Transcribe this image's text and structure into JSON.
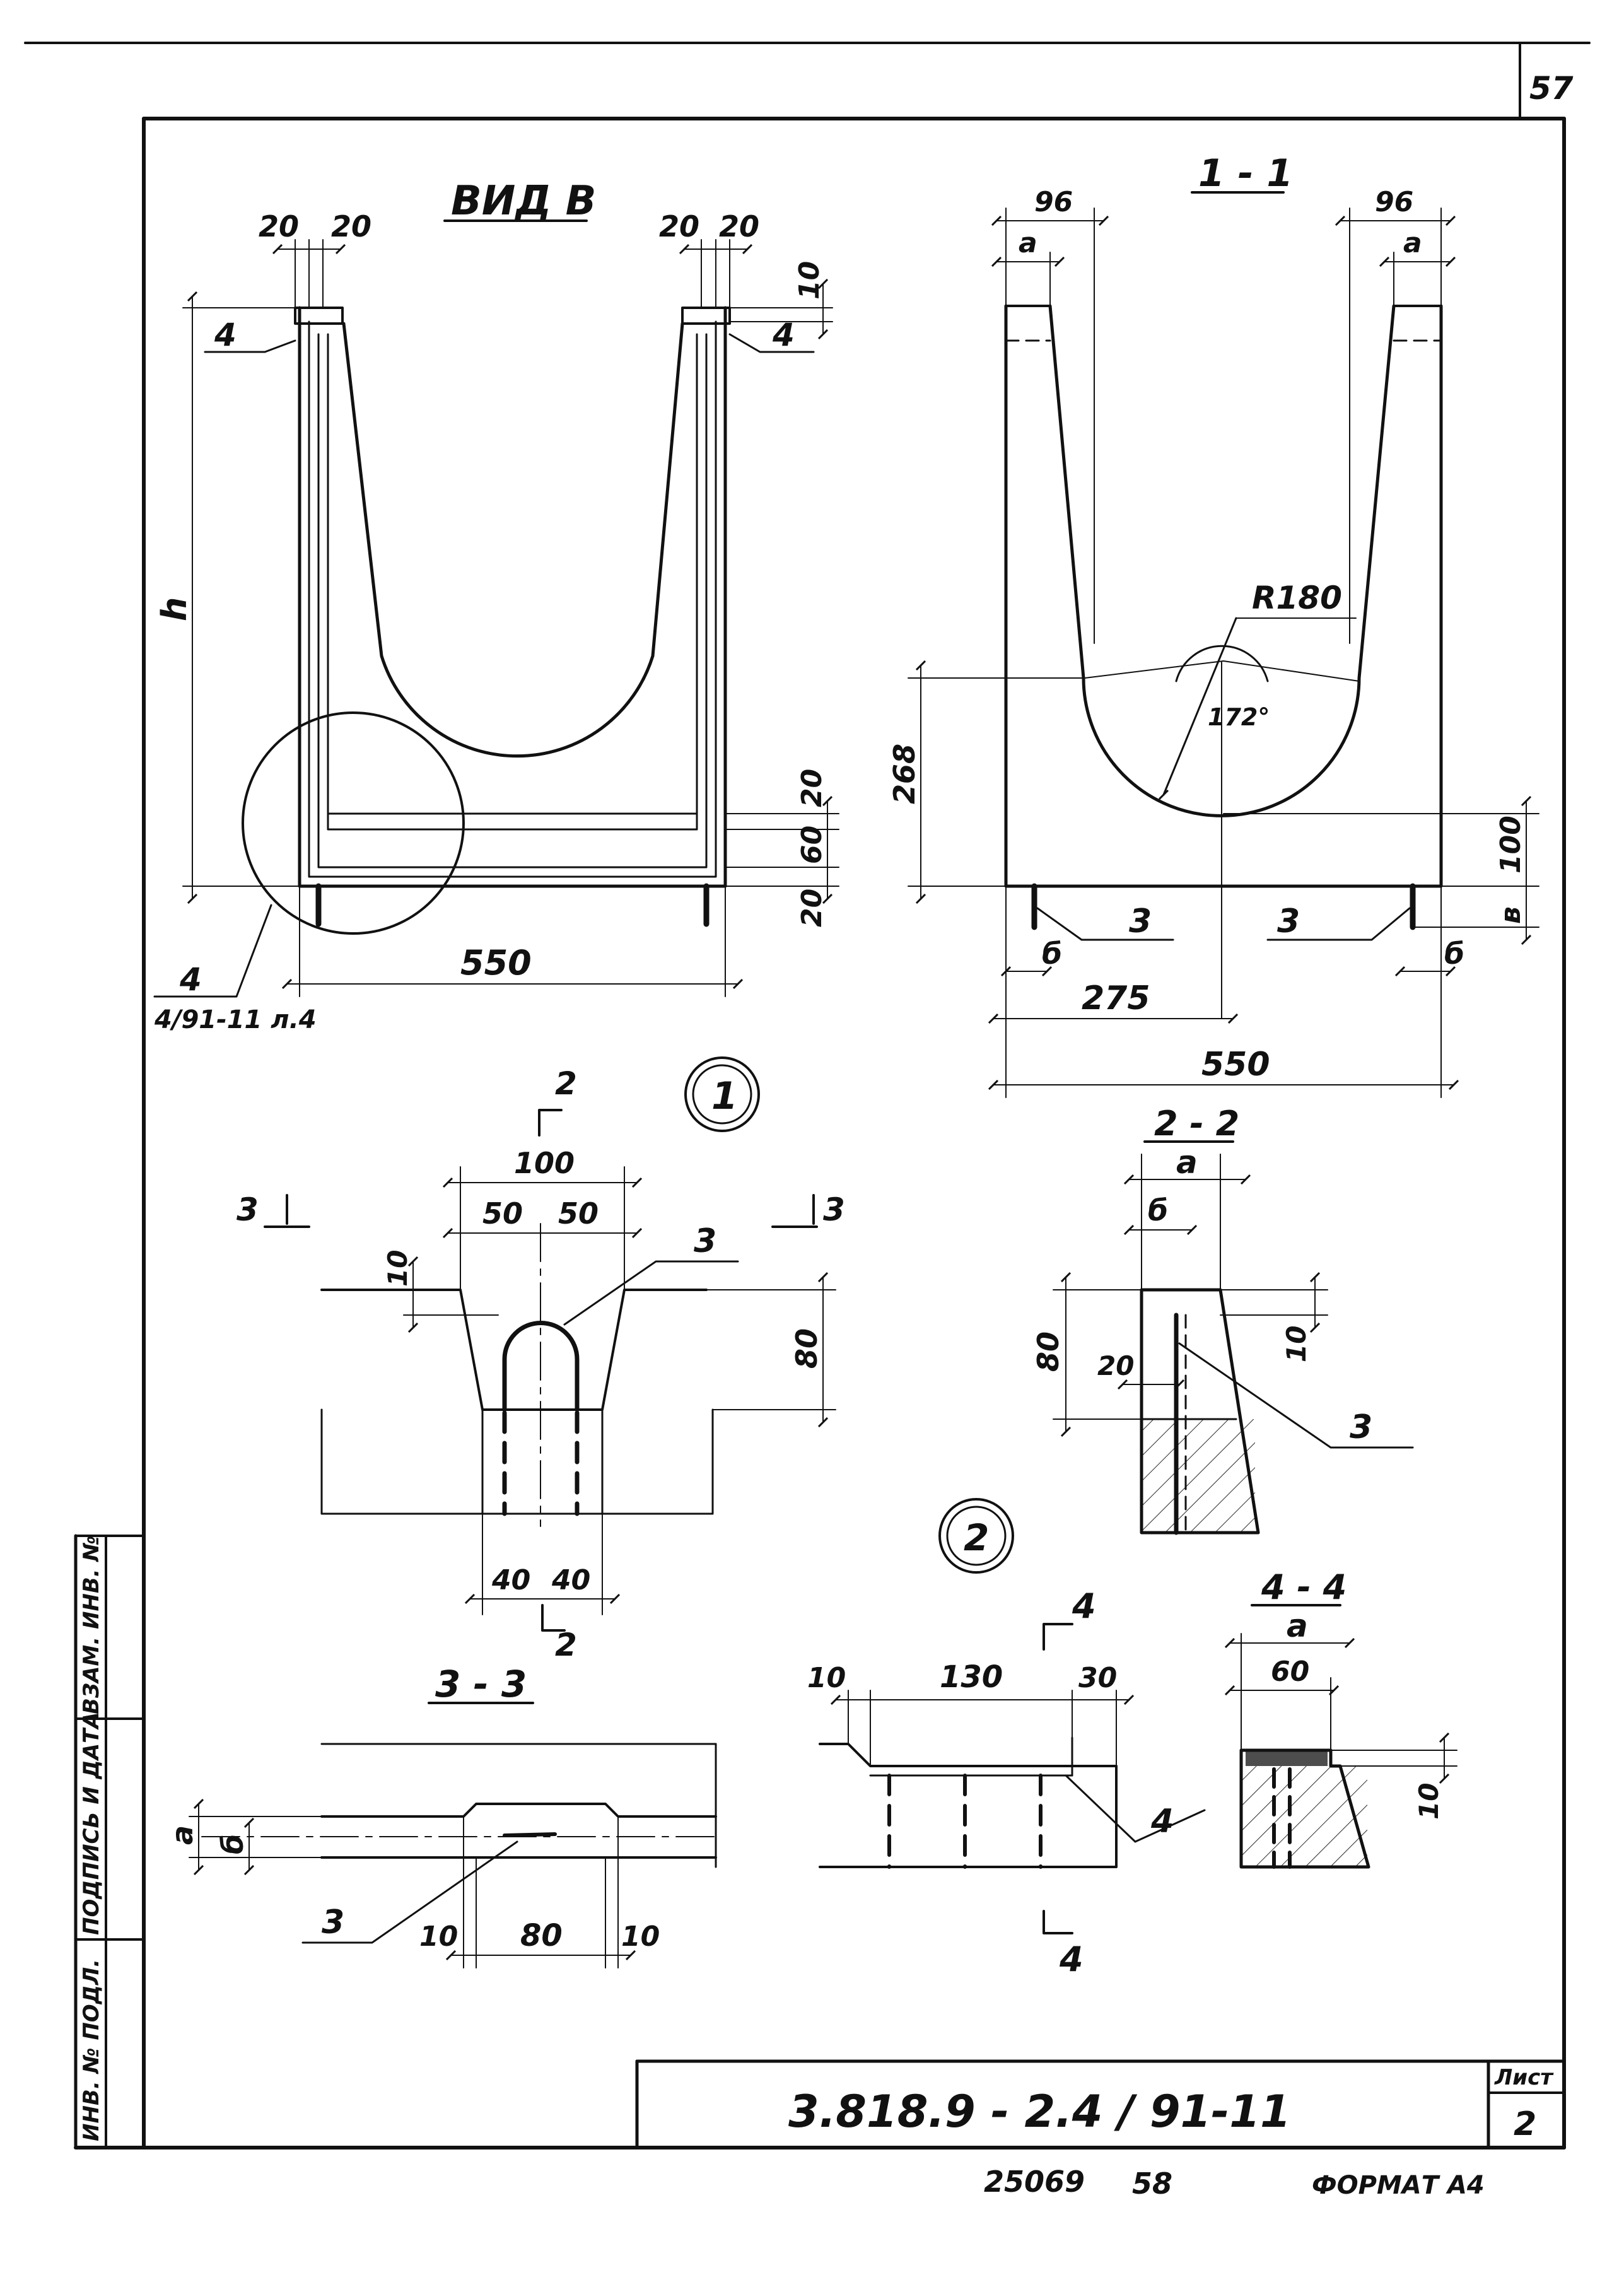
{
  "page_number": "57",
  "views": {
    "vid_b": {
      "title": "ВИД В",
      "dim_20a": "20",
      "dim_20b": "20",
      "dim_20c": "20",
      "dim_20d": "20",
      "dim_10": "10",
      "dim_h": "h",
      "pos_4_left": "4",
      "pos_4_right": "4",
      "dim_20_top": "20",
      "dim_60": "60",
      "dim_20_bottom": "20",
      "dim_550": "550",
      "ref_pos": "4",
      "ref_sheet": "4/91-11 л.4"
    },
    "section_1_1": {
      "title": "1 - 1",
      "dim_96_left": "96",
      "dim_a_left": "а",
      "dim_96_right": "96",
      "dim_a_right": "а",
      "radius": "R180",
      "angle": "172°",
      "dim_268": "268",
      "dim_100": "100",
      "dim_v": "в",
      "pos_3_left": "3",
      "pos_3_right": "3",
      "dim_b_left": "б",
      "dim_b_right": "б",
      "dim_275": "275",
      "dim_550": "550"
    },
    "node_1": {
      "label": "1",
      "cut_2_top": "2",
      "cut_2_bottom": "2",
      "cut_3_left": "3",
      "cut_3_right": "3",
      "dim_100": "100",
      "dim_50a": "50",
      "dim_50b": "50",
      "dim_10": "10",
      "dim_80": "80",
      "pos_3": "3",
      "dim_40a": "40",
      "dim_40b": "40"
    },
    "section_2_2": {
      "title": "2 - 2",
      "dim_a": "а",
      "dim_b": "б",
      "dim_80": "80",
      "dim_20": "20",
      "dim_10": "10",
      "pos_3": "3"
    },
    "section_3_3": {
      "title": "3 - 3",
      "dim_a": "а",
      "dim_b": "б",
      "pos_3": "3",
      "dim_10a": "10",
      "dim_80": "80",
      "dim_10b": "10"
    },
    "node_2": {
      "label": "2",
      "cut_4_top": "4",
      "cut_4_bottom": "4",
      "dim_10": "10",
      "dim_130": "130",
      "dim_30": "30",
      "pos_4": "4"
    },
    "section_4_4": {
      "title": "4 - 4",
      "dim_a": "а",
      "dim_60": "60",
      "dim_10": "10"
    }
  },
  "side_stamp": [
    "ИНВ. № ПОДЛ.",
    "ПОДПИСЬ И ДАТА",
    "ВЗАМ. ИНВ. №"
  ],
  "title_block": {
    "document_code": "3.818.9 - 2.4 / 91-11",
    "sheet_label": "Лист",
    "sheet_number": "2"
  },
  "footer": {
    "number": "25069",
    "page": "58",
    "format": "ФОРМАТ А4"
  }
}
